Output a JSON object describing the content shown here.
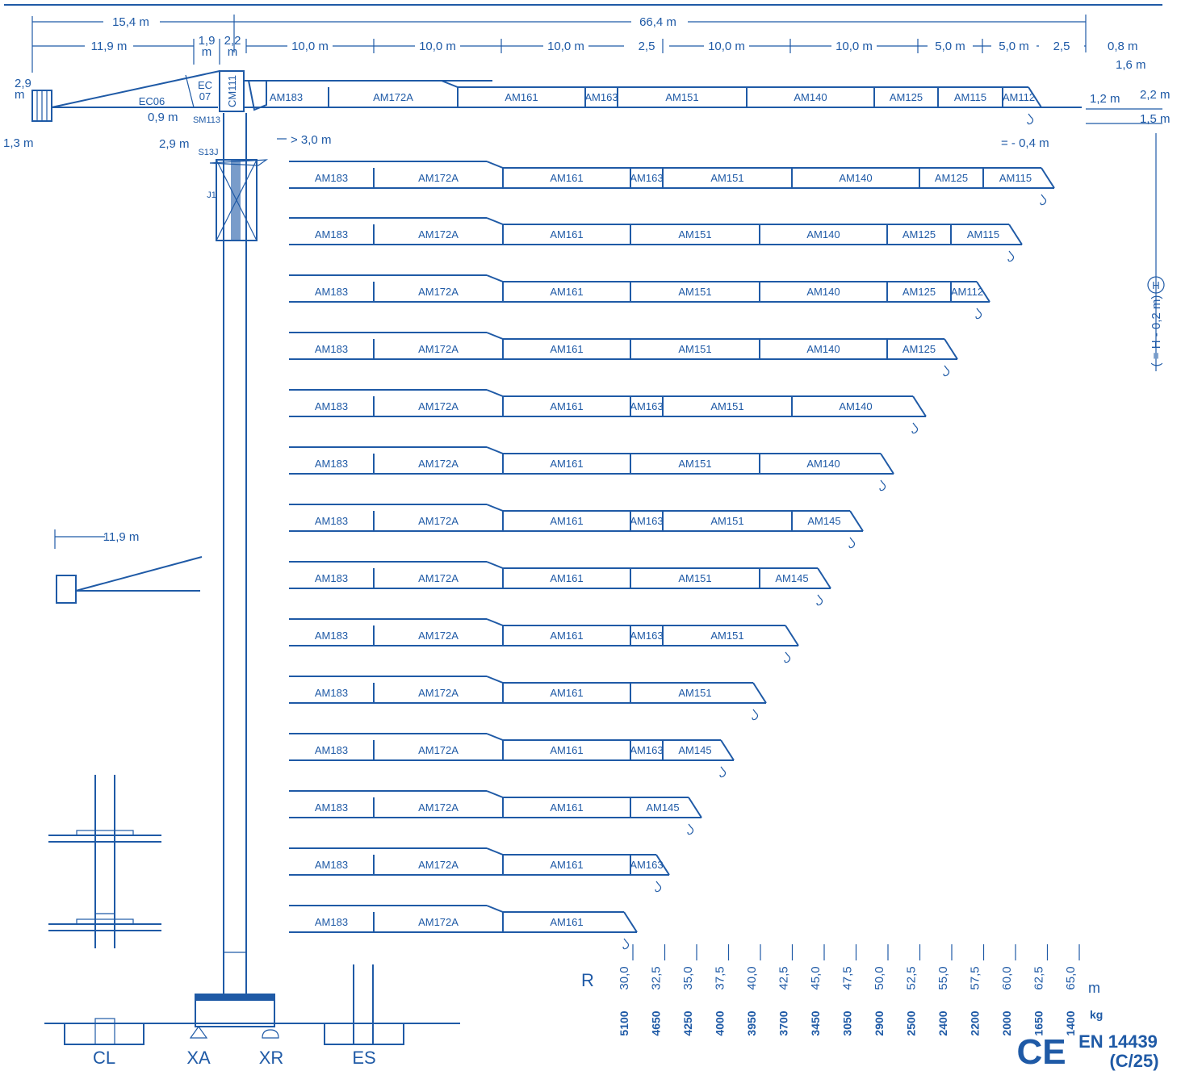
{
  "colors": {
    "line": "#1f5aa6",
    "background": "#ffffff"
  },
  "top_dimensions": {
    "total_back": "15,4 m",
    "total_front": "66,4 m",
    "counter_jib": "11,9 m",
    "d_1_9": "1,9",
    "d_2_2": "2,2",
    "d_m": "m",
    "jib_segments": [
      "10,0 m",
      "10,0 m",
      "10,0 m",
      "2,5",
      "10,0 m",
      "10,0 m",
      "5,0 m",
      "5,0 m",
      "2,5"
    ],
    "tip_offset": "0,8 m"
  },
  "side_dimensions": {
    "cw_height": "2,9",
    "cw_height_unit": "m",
    "cw_bottom": "1,3 m",
    "ec06_drop": "0,9 m",
    "s13j_drop": "2,9 m",
    "trolley_min": "> 3,0 m",
    "tip_1_6": "1,6 m",
    "tip_2_2": "2,2 m",
    "tip_1_2": "1,2 m",
    "tip_1_5": "1,5 m",
    "hook_height": "= - 0,4 m",
    "h_label": "H",
    "h_formula": "( = H - 0,2 m)"
  },
  "parts": {
    "counter_jib": "EC06",
    "counter_jib_2a": "EC",
    "counter_jib_2b": "07",
    "cat_head": "CM111",
    "slewing": "SM113",
    "mast_top": "S13J",
    "mast": "J1",
    "aux_counter_jib": "11,9 m"
  },
  "jib_configs": [
    {
      "segments": [
        "AM183",
        "AM172A",
        "AM161",
        "AM163",
        "AM151",
        "AM140",
        "AM125",
        "AM115",
        "AM112"
      ]
    },
    {
      "segments": [
        "AM183",
        "AM172A",
        "AM161",
        "AM163",
        "AM151",
        "AM140",
        "AM125",
        "AM115"
      ]
    },
    {
      "segments": [
        "AM183",
        "AM172A",
        "AM161",
        "AM151",
        "AM140",
        "AM125",
        "AM115"
      ]
    },
    {
      "segments": [
        "AM183",
        "AM172A",
        "AM161",
        "AM151",
        "AM140",
        "AM125",
        "AM112"
      ]
    },
    {
      "segments": [
        "AM183",
        "AM172A",
        "AM161",
        "AM151",
        "AM140",
        "AM125"
      ]
    },
    {
      "segments": [
        "AM183",
        "AM172A",
        "AM161",
        "AM163",
        "AM151",
        "AM140"
      ]
    },
    {
      "segments": [
        "AM183",
        "AM172A",
        "AM161",
        "AM151",
        "AM140"
      ]
    },
    {
      "segments": [
        "AM183",
        "AM172A",
        "AM161",
        "AM163",
        "AM151",
        "AM145"
      ]
    },
    {
      "segments": [
        "AM183",
        "AM172A",
        "AM161",
        "AM151",
        "AM145"
      ]
    },
    {
      "segments": [
        "AM183",
        "AM172A",
        "AM161",
        "AM163",
        "AM151"
      ]
    },
    {
      "segments": [
        "AM183",
        "AM172A",
        "AM161",
        "AM151"
      ]
    },
    {
      "segments": [
        "AM183",
        "AM172A",
        "AM161",
        "AM163",
        "AM145"
      ]
    },
    {
      "segments": [
        "AM183",
        "AM172A",
        "AM161",
        "AM145"
      ]
    },
    {
      "segments": [
        "AM183",
        "AM172A",
        "AM161",
        "AM163"
      ]
    },
    {
      "segments": [
        "AM183",
        "AM172A",
        "AM161"
      ]
    }
  ],
  "load_table": {
    "r_label": "R",
    "m_unit": "m",
    "kg_unit": "kg",
    "radii": [
      "30,0",
      "32,5",
      "35,0",
      "37,5",
      "40,0",
      "42,5",
      "45,0",
      "47,5",
      "50,0",
      "52,5",
      "55,0",
      "57,5",
      "60,0",
      "62,5",
      "65,0"
    ],
    "loads": [
      "5100",
      "4650",
      "4250",
      "4000",
      "3950",
      "3700",
      "3450",
      "3050",
      "2900",
      "2500",
      "2400",
      "2200",
      "2000",
      "1650",
      "1400"
    ]
  },
  "bases": [
    "CL",
    "XA",
    "XR",
    "ES"
  ],
  "certification": {
    "mark": "CE",
    "standard": "EN 14439",
    "class": "(C/25)"
  }
}
